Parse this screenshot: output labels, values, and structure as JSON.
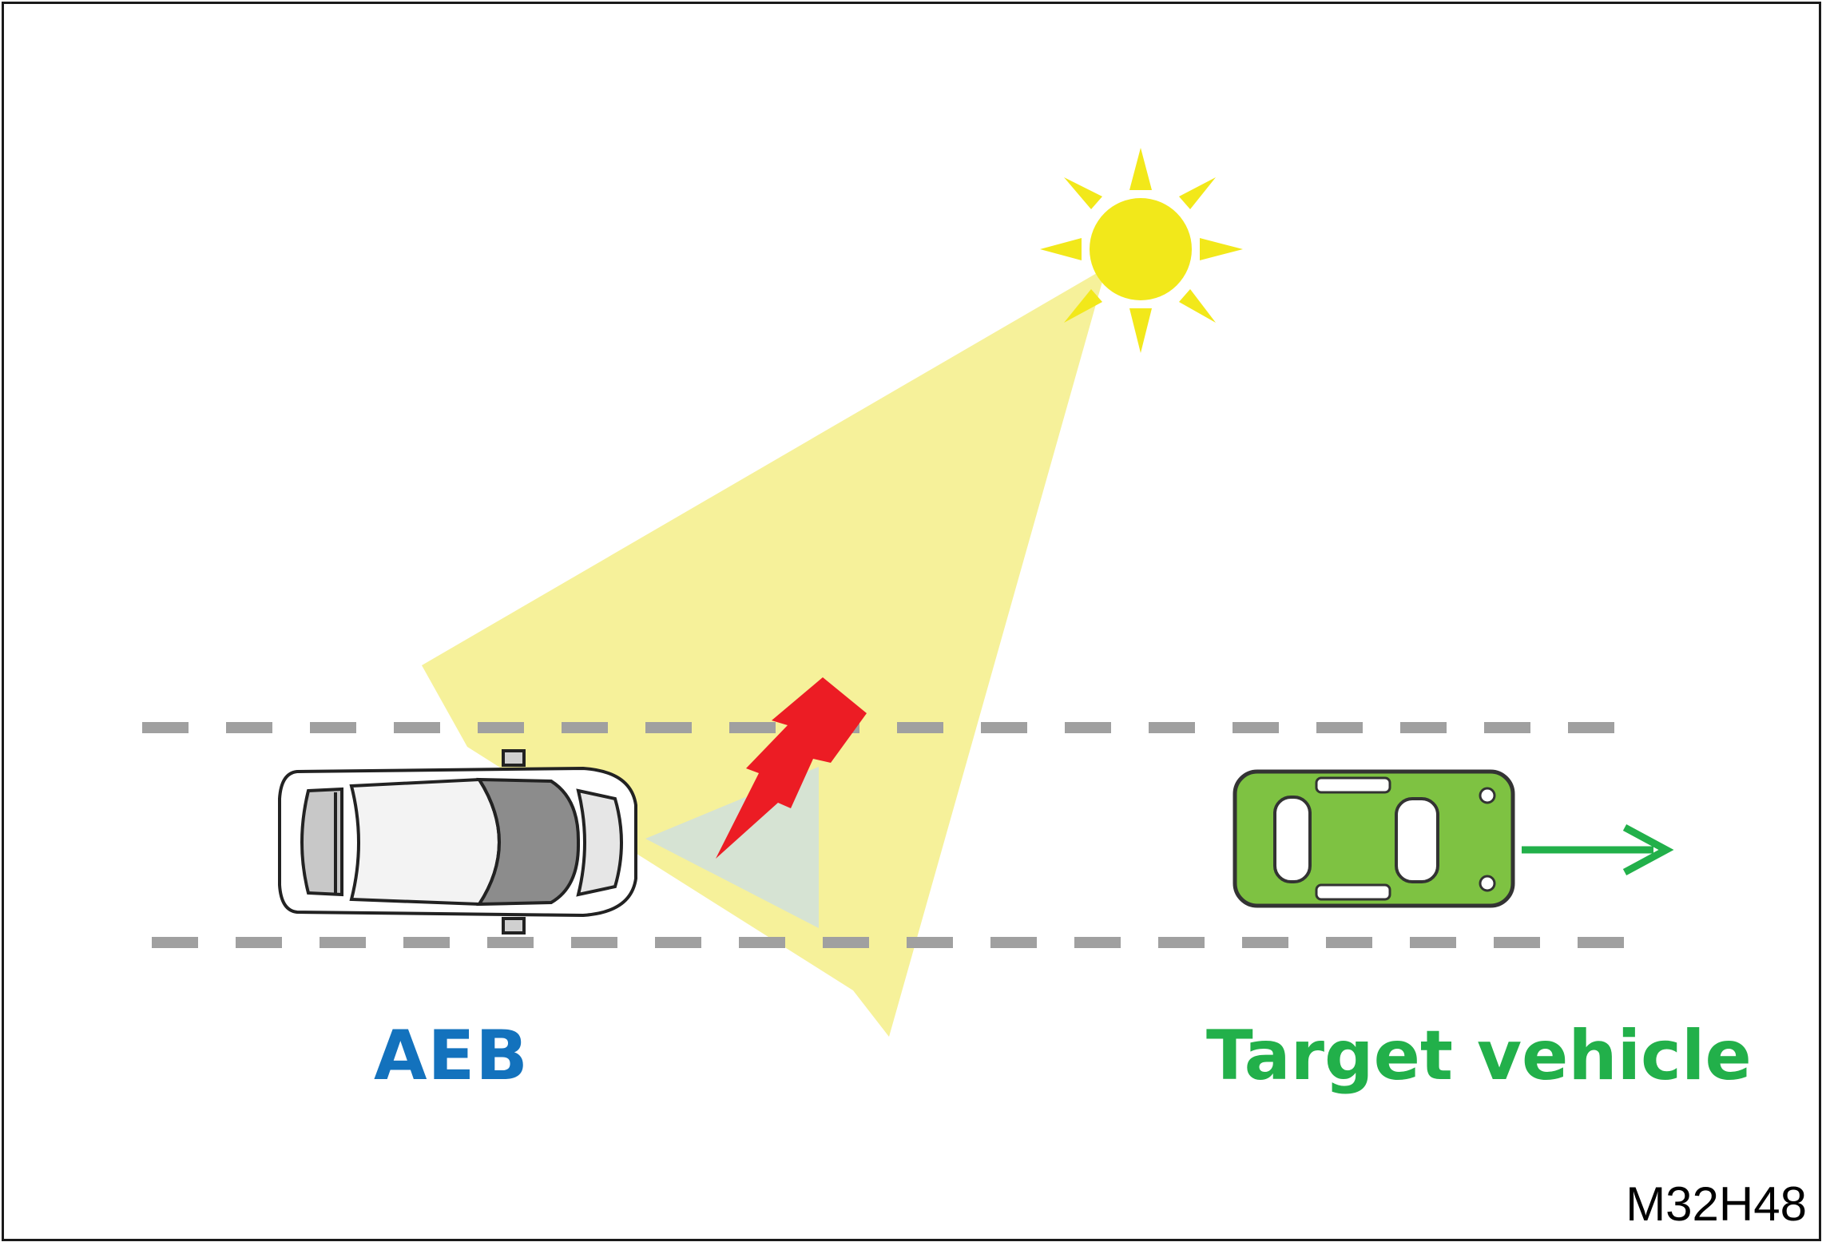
{
  "labels": {
    "aeb": "AEB",
    "target": "Target vehicle",
    "figure_code": "M32H48"
  },
  "colors": {
    "sun": "#f2e81a",
    "light_beam": "#f6f19a",
    "sensor_zone": "#d6e3d3",
    "interference": "#ec1c24",
    "target_car": "#7ec242",
    "arrow": "#22b04a",
    "aeb_text": "#1372bd",
    "lane_dash": "#a0a0a0"
  },
  "icons": {
    "sun": "sun-icon",
    "interference": "lightning-icon",
    "ego_car": "car-top-view-icon",
    "target_car": "car-top-view-icon",
    "direction": "arrow-right-icon"
  }
}
